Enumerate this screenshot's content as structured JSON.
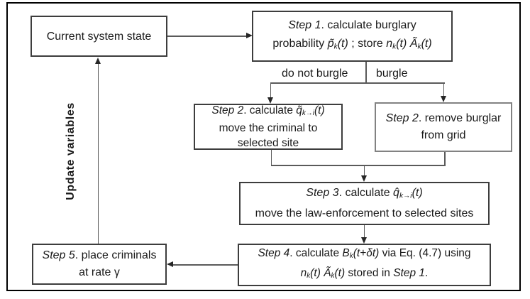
{
  "canvas": {
    "background": "#ffffff",
    "frame_border_color": "#000000",
    "box_border_color": "#3d3d3d",
    "gray_box_border_color": "#828282",
    "line_color": "#5a5a5a",
    "arrow_color": "#262626",
    "text_color": "#1a1a1a"
  },
  "nodes": {
    "current_state": {
      "lines": [
        [
          {
            "t": "Current system state"
          }
        ]
      ]
    },
    "step1": {
      "lines": [
        [
          {
            "t": "Step 1",
            "i": 1
          },
          {
            "t": ". calculate burglary"
          }
        ],
        [
          {
            "t": "probability "
          },
          {
            "t": "p̃",
            "i": 1
          },
          {
            "t": "k",
            "i": 1,
            "s": 1
          },
          {
            "t": "(t)",
            "i": 1
          },
          {
            "t": " ; store "
          },
          {
            "t": "n",
            "i": 1
          },
          {
            "t": "k",
            "i": 1,
            "s": 1
          },
          {
            "t": "(t) ",
            "i": 1
          },
          {
            "t": "Ã",
            "i": 1
          },
          {
            "t": "k",
            "i": 1,
            "s": 1
          },
          {
            "t": "(t)",
            "i": 1
          }
        ]
      ]
    },
    "step2_move": {
      "lines": [
        [
          {
            "t": "Step 2",
            "i": 1
          },
          {
            "t": ". calculate "
          },
          {
            "t": "q̃",
            "i": 1
          },
          {
            "t": "k→i",
            "i": 1,
            "s": 1
          },
          {
            "t": "(t)",
            "i": 1
          }
        ],
        [
          {
            "t": "move the criminal to"
          }
        ],
        [
          {
            "t": "selected site"
          }
        ]
      ]
    },
    "step2_remove": {
      "lines": [
        [
          {
            "t": "Step 2",
            "i": 1
          },
          {
            "t": ". remove burglar"
          }
        ],
        [
          {
            "t": "from grid"
          }
        ]
      ]
    },
    "step3": {
      "lines": [
        [
          {
            "t": "Step 3",
            "i": 1
          },
          {
            "t": ". calculate "
          },
          {
            "t": "q̂",
            "i": 1
          },
          {
            "t": "k→i",
            "i": 1,
            "s": 1
          },
          {
            "t": "(t)",
            "i": 1
          }
        ],
        [
          {
            "t": "move the law-enforcement to selected sites"
          }
        ]
      ]
    },
    "step4": {
      "lines": [
        [
          {
            "t": "Step 4",
            "i": 1
          },
          {
            "t": ". calculate "
          },
          {
            "t": "B",
            "i": 1
          },
          {
            "t": "k",
            "i": 1,
            "s": 1
          },
          {
            "t": "(t+δt)",
            "i": 1
          },
          {
            "t": "  via Eq. (4.7) using"
          }
        ],
        [
          {
            "t": "n",
            "i": 1
          },
          {
            "t": "k",
            "i": 1,
            "s": 1
          },
          {
            "t": "(t) ",
            "i": 1
          },
          {
            "t": "Ã",
            "i": 1
          },
          {
            "t": "k",
            "i": 1,
            "s": 1
          },
          {
            "t": "(t)",
            "i": 1
          },
          {
            "t": " stored in "
          },
          {
            "t": "Step 1",
            "i": 1
          },
          {
            "t": "."
          }
        ]
      ]
    },
    "step5": {
      "lines": [
        [
          {
            "t": "Step 5",
            "i": 1
          },
          {
            "t": ". place criminals"
          }
        ],
        [
          {
            "t": "at rate γ"
          }
        ]
      ]
    }
  },
  "labels": {
    "do_not_burgle": "do not burgle",
    "burgle": "burgle",
    "update_variables": "Update variables"
  }
}
